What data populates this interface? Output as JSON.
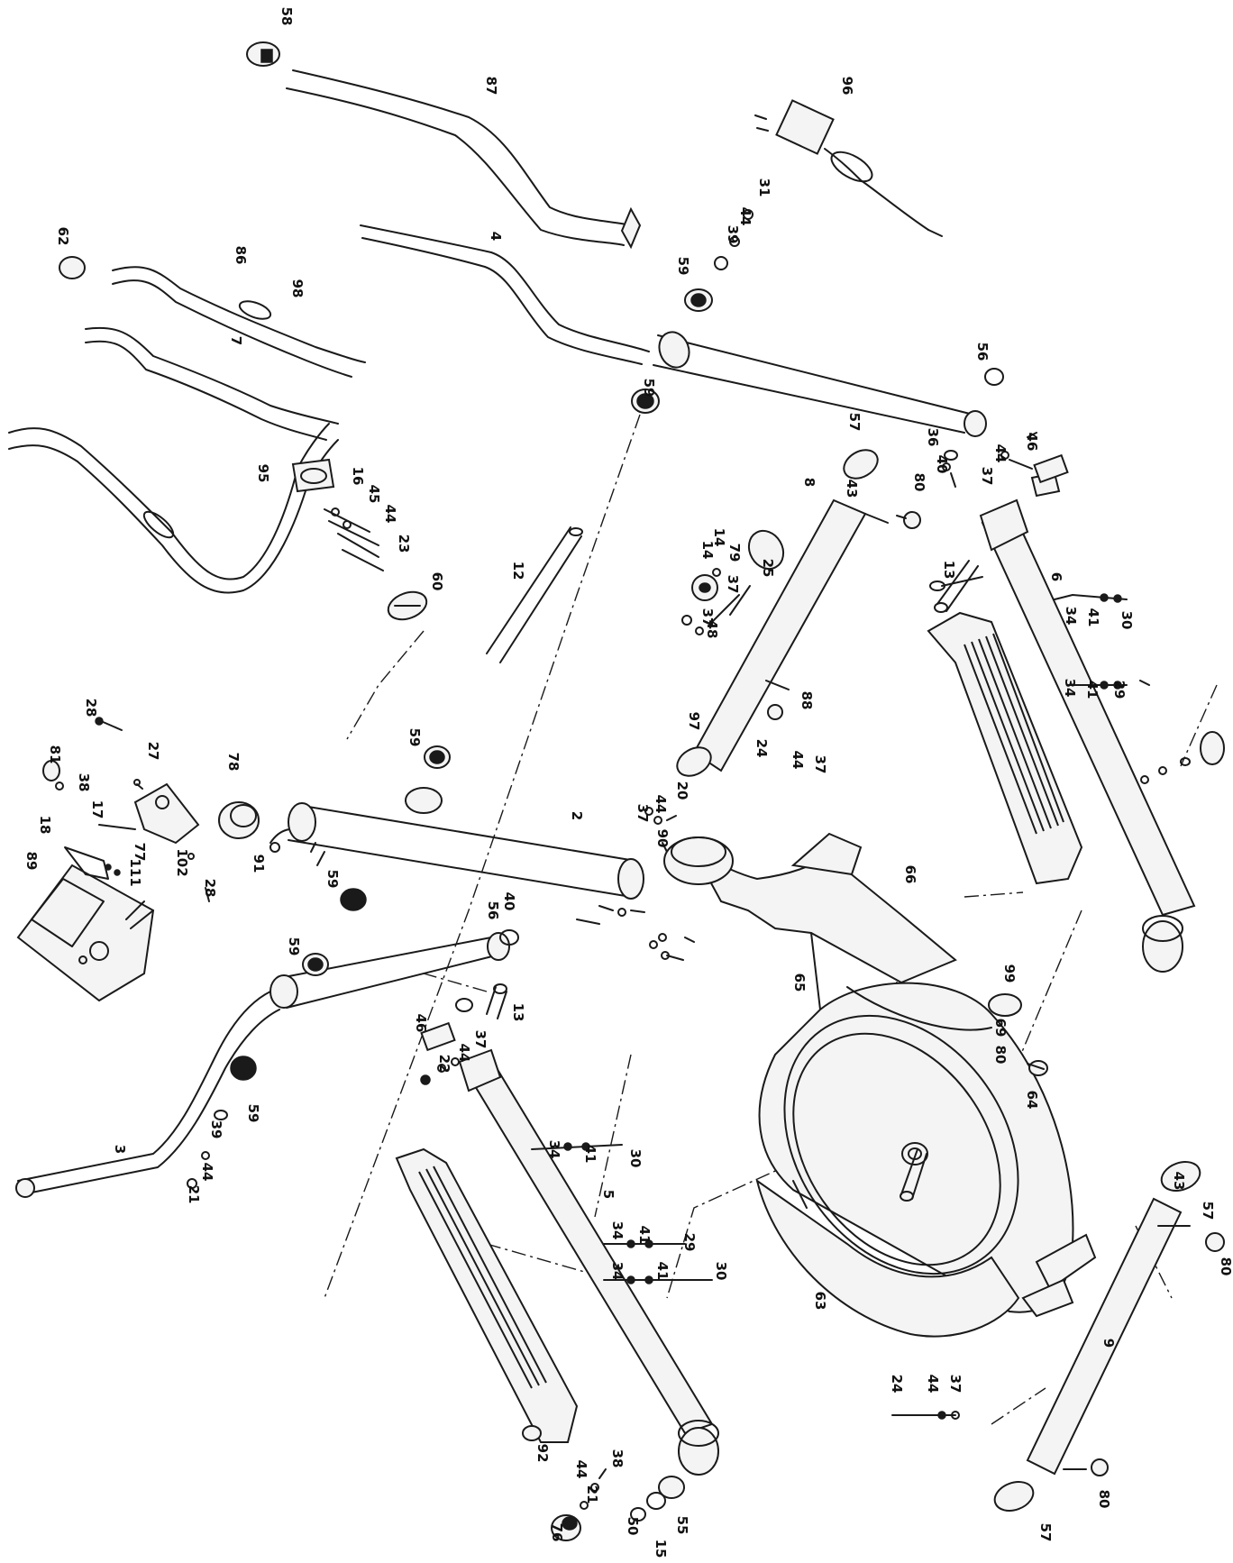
{
  "callouts": [
    {
      "id": "c-58",
      "text": "58"
    },
    {
      "id": "c-87",
      "text": "87"
    },
    {
      "id": "c-96",
      "text": "96"
    },
    {
      "id": "c-62",
      "text": "62"
    },
    {
      "id": "c-86",
      "text": "86"
    },
    {
      "id": "c-98",
      "text": "98"
    },
    {
      "id": "c-7",
      "text": "7"
    },
    {
      "id": "c-4",
      "text": "4"
    },
    {
      "id": "c-59a",
      "text": "59"
    },
    {
      "id": "c-39a",
      "text": "39"
    },
    {
      "id": "c-44a",
      "text": "44"
    },
    {
      "id": "c-31",
      "text": "31"
    },
    {
      "id": "c-59b",
      "text": "59"
    },
    {
      "id": "c-56a",
      "text": "56"
    },
    {
      "id": "c-95",
      "text": "95"
    },
    {
      "id": "c-16",
      "text": "16"
    },
    {
      "id": "c-45",
      "text": "45"
    },
    {
      "id": "c-44b",
      "text": "44"
    },
    {
      "id": "c-23",
      "text": "23"
    },
    {
      "id": "c-60",
      "text": "60"
    },
    {
      "id": "c-12",
      "text": "12"
    },
    {
      "id": "c-57a",
      "text": "57"
    },
    {
      "id": "c-8",
      "text": "8"
    },
    {
      "id": "c-43a",
      "text": "43"
    },
    {
      "id": "c-80a",
      "text": "80"
    },
    {
      "id": "c-36",
      "text": "36"
    },
    {
      "id": "c-40a",
      "text": "40"
    },
    {
      "id": "c-37a",
      "text": "37"
    },
    {
      "id": "c-44c",
      "text": "44"
    },
    {
      "id": "c-46a",
      "text": "46"
    },
    {
      "id": "c-14a",
      "text": "14"
    },
    {
      "id": "c-79",
      "text": "79"
    },
    {
      "id": "c-14b",
      "text": "14"
    },
    {
      "id": "c-25",
      "text": "25"
    },
    {
      "id": "c-37b",
      "text": "37"
    },
    {
      "id": "c-37c",
      "text": "37"
    },
    {
      "id": "c-48",
      "text": "48"
    },
    {
      "id": "c-13a",
      "text": "13"
    },
    {
      "id": "c-6",
      "text": "6"
    },
    {
      "id": "c-34a",
      "text": "34"
    },
    {
      "id": "c-41a",
      "text": "41"
    },
    {
      "id": "c-30a",
      "text": "30"
    },
    {
      "id": "c-34b",
      "text": "34"
    },
    {
      "id": "c-41b",
      "text": "41"
    },
    {
      "id": "c-29a",
      "text": "29"
    },
    {
      "id": "c-28a",
      "text": "28"
    },
    {
      "id": "c-27",
      "text": "27"
    },
    {
      "id": "c-81",
      "text": "81"
    },
    {
      "id": "c-38a",
      "text": "38"
    },
    {
      "id": "c-18",
      "text": "18"
    },
    {
      "id": "c-17",
      "text": "17"
    },
    {
      "id": "c-78",
      "text": "78"
    },
    {
      "id": "c-89",
      "text": "89"
    },
    {
      "id": "c-77",
      "text": "77"
    },
    {
      "id": "c-111",
      "text": "111"
    },
    {
      "id": "c-102",
      "text": "102"
    },
    {
      "id": "c-28b",
      "text": "28"
    },
    {
      "id": "c-91",
      "text": "91"
    },
    {
      "id": "c-59c",
      "text": "59"
    },
    {
      "id": "c-88",
      "text": "88"
    },
    {
      "id": "c-97",
      "text": "97"
    },
    {
      "id": "c-59d",
      "text": "59"
    },
    {
      "id": "c-2",
      "text": "2"
    },
    {
      "id": "c-37d",
      "text": "37"
    },
    {
      "id": "c-44d",
      "text": "44"
    },
    {
      "id": "c-20",
      "text": "20"
    },
    {
      "id": "c-90",
      "text": "90"
    },
    {
      "id": "c-24a",
      "text": "24"
    },
    {
      "id": "c-44e",
      "text": "44"
    },
    {
      "id": "c-37e",
      "text": "37"
    },
    {
      "id": "c-66",
      "text": "66"
    },
    {
      "id": "c-99",
      "text": "99"
    },
    {
      "id": "c-59e",
      "text": "59"
    },
    {
      "id": "c-56b",
      "text": "56"
    },
    {
      "id": "c-40b",
      "text": "40"
    },
    {
      "id": "c-46b",
      "text": "46"
    },
    {
      "id": "c-13b",
      "text": "13"
    },
    {
      "id": "c-65",
      "text": "65"
    },
    {
      "id": "c-69",
      "text": "69"
    },
    {
      "id": "c-80b",
      "text": "80"
    },
    {
      "id": "c-64",
      "text": "64"
    },
    {
      "id": "c-3",
      "text": "3"
    },
    {
      "id": "c-59f",
      "text": "59"
    },
    {
      "id": "c-39b",
      "text": "39"
    },
    {
      "id": "c-44f",
      "text": "44"
    },
    {
      "id": "c-21a",
      "text": "21"
    },
    {
      "id": "c-22",
      "text": "22"
    },
    {
      "id": "c-44g",
      "text": "44"
    },
    {
      "id": "c-37f",
      "text": "37"
    },
    {
      "id": "c-34c",
      "text": "34"
    },
    {
      "id": "c-41c",
      "text": "41"
    },
    {
      "id": "c-30b",
      "text": "30"
    },
    {
      "id": "c-5",
      "text": "5"
    },
    {
      "id": "c-34d",
      "text": "34"
    },
    {
      "id": "c-41d",
      "text": "41"
    },
    {
      "id": "c-29b",
      "text": "29"
    },
    {
      "id": "c-34e",
      "text": "34"
    },
    {
      "id": "c-41e",
      "text": "41"
    },
    {
      "id": "c-30c",
      "text": "30"
    },
    {
      "id": "c-57b",
      "text": "57"
    },
    {
      "id": "c-43b",
      "text": "43"
    },
    {
      "id": "c-80c",
      "text": "80"
    },
    {
      "id": "c-63",
      "text": "63"
    },
    {
      "id": "c-24b",
      "text": "24"
    },
    {
      "id": "c-44h",
      "text": "44"
    },
    {
      "id": "c-37g",
      "text": "37"
    },
    {
      "id": "c-9",
      "text": "9"
    },
    {
      "id": "c-80d",
      "text": "80"
    },
    {
      "id": "c-57c",
      "text": "57"
    },
    {
      "id": "c-92",
      "text": "92"
    },
    {
      "id": "c-38b",
      "text": "38"
    },
    {
      "id": "c-44i",
      "text": "44"
    },
    {
      "id": "c-21b",
      "text": "21"
    },
    {
      "id": "c-76",
      "text": "76"
    },
    {
      "id": "c-50",
      "text": "50"
    },
    {
      "id": "c-55",
      "text": "55"
    },
    {
      "id": "c-15",
      "text": "15"
    }
  ]
}
